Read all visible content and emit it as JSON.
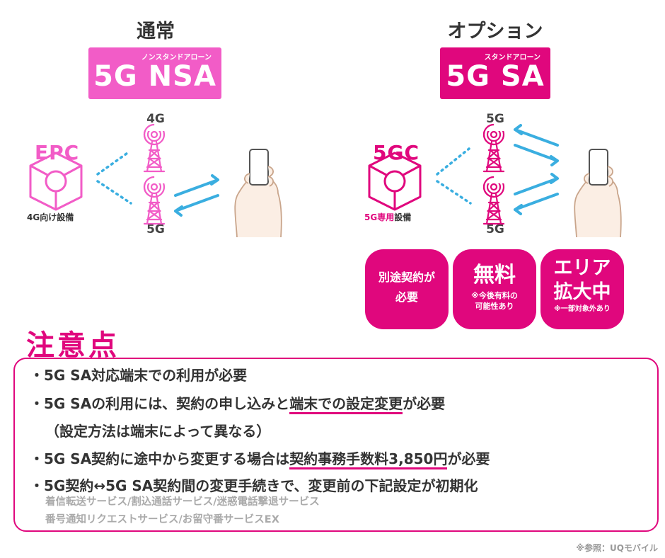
{
  "normal": {
    "heading": "通常",
    "badge_ruby": "ノンスタンドアローン",
    "badge_main": "5G NSA",
    "tower_top": "4G",
    "tower_bottom": "5G",
    "core_label": "EPC",
    "core_sub": "4G向け設備"
  },
  "option": {
    "heading": "オプション",
    "badge_ruby": "スタンドアローン",
    "badge_main": "5G SA",
    "tower_top": "5G",
    "tower_bottom": "5G",
    "core_label": "5GC",
    "core_sub_highlight": "5G専用",
    "core_sub_rest": "設備",
    "bubbles": [
      {
        "main": "別途契約が\n必要",
        "note": ""
      },
      {
        "main": "無料",
        "note": "※今後有料の\n可能性あり"
      },
      {
        "main": "エリア\n拡大中",
        "note": "※一部対象外あり"
      }
    ]
  },
  "notice": {
    "title": "注意点",
    "line1": "・5G SA対応端末での利用が必要",
    "line2_a": "・5G SAの利用には、契約の申し込みと",
    "line2_b": "端末での設定変更",
    "line2_c": "が必要",
    "line3": "（設定方法は端末によって異なる）",
    "line4_a": "・5G SA契約に途中から変更する場合は",
    "line4_b": "契約事務手数料3,850円",
    "line4_c": "が必要",
    "line5": "・5G契約↔5G SA契約間の変更手続きで、変更前の下記設定が初期化",
    "sub1": "着信転送サービス/割込通話サービス/迷惑電話撃退サービス",
    "sub2": "番号通知リクエストサービス/お留守番サービスEX"
  },
  "source": "※参照：UQモバイル",
  "colors": {
    "nsa_pink": "#f25cc7",
    "sa_magenta": "#e0077d",
    "wave_blue": "#3aaee0"
  }
}
